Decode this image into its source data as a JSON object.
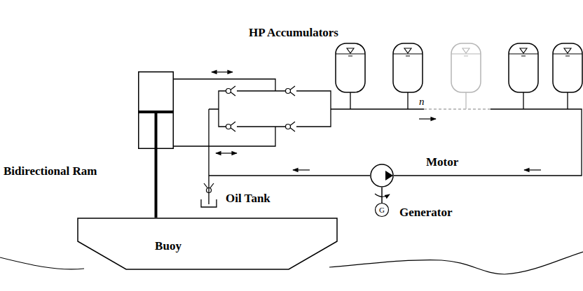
{
  "diagram": {
    "nodes": [
      {
        "text": [
          "Bidirectional Ram"
        ]
      },
      {
        "text": [
          "Motor"
        ]
      },
      {
        "text": [
          "Oil Tank"
        ]
      },
      {
        "text": [
          "G",
          "Generator"
        ]
      },
      {
        "text": [
          "Buoy"
        ]
      }
    ],
    "edges": [
      {
        "from": 0,
        "to": 4,
        "arrow": "none"
      },
      {
        "from": 1,
        "to": 3,
        "arrow": "none"
      }
    ],
    "labels": [
      "HP Accumulators",
      "n"
    ]
  }
}
